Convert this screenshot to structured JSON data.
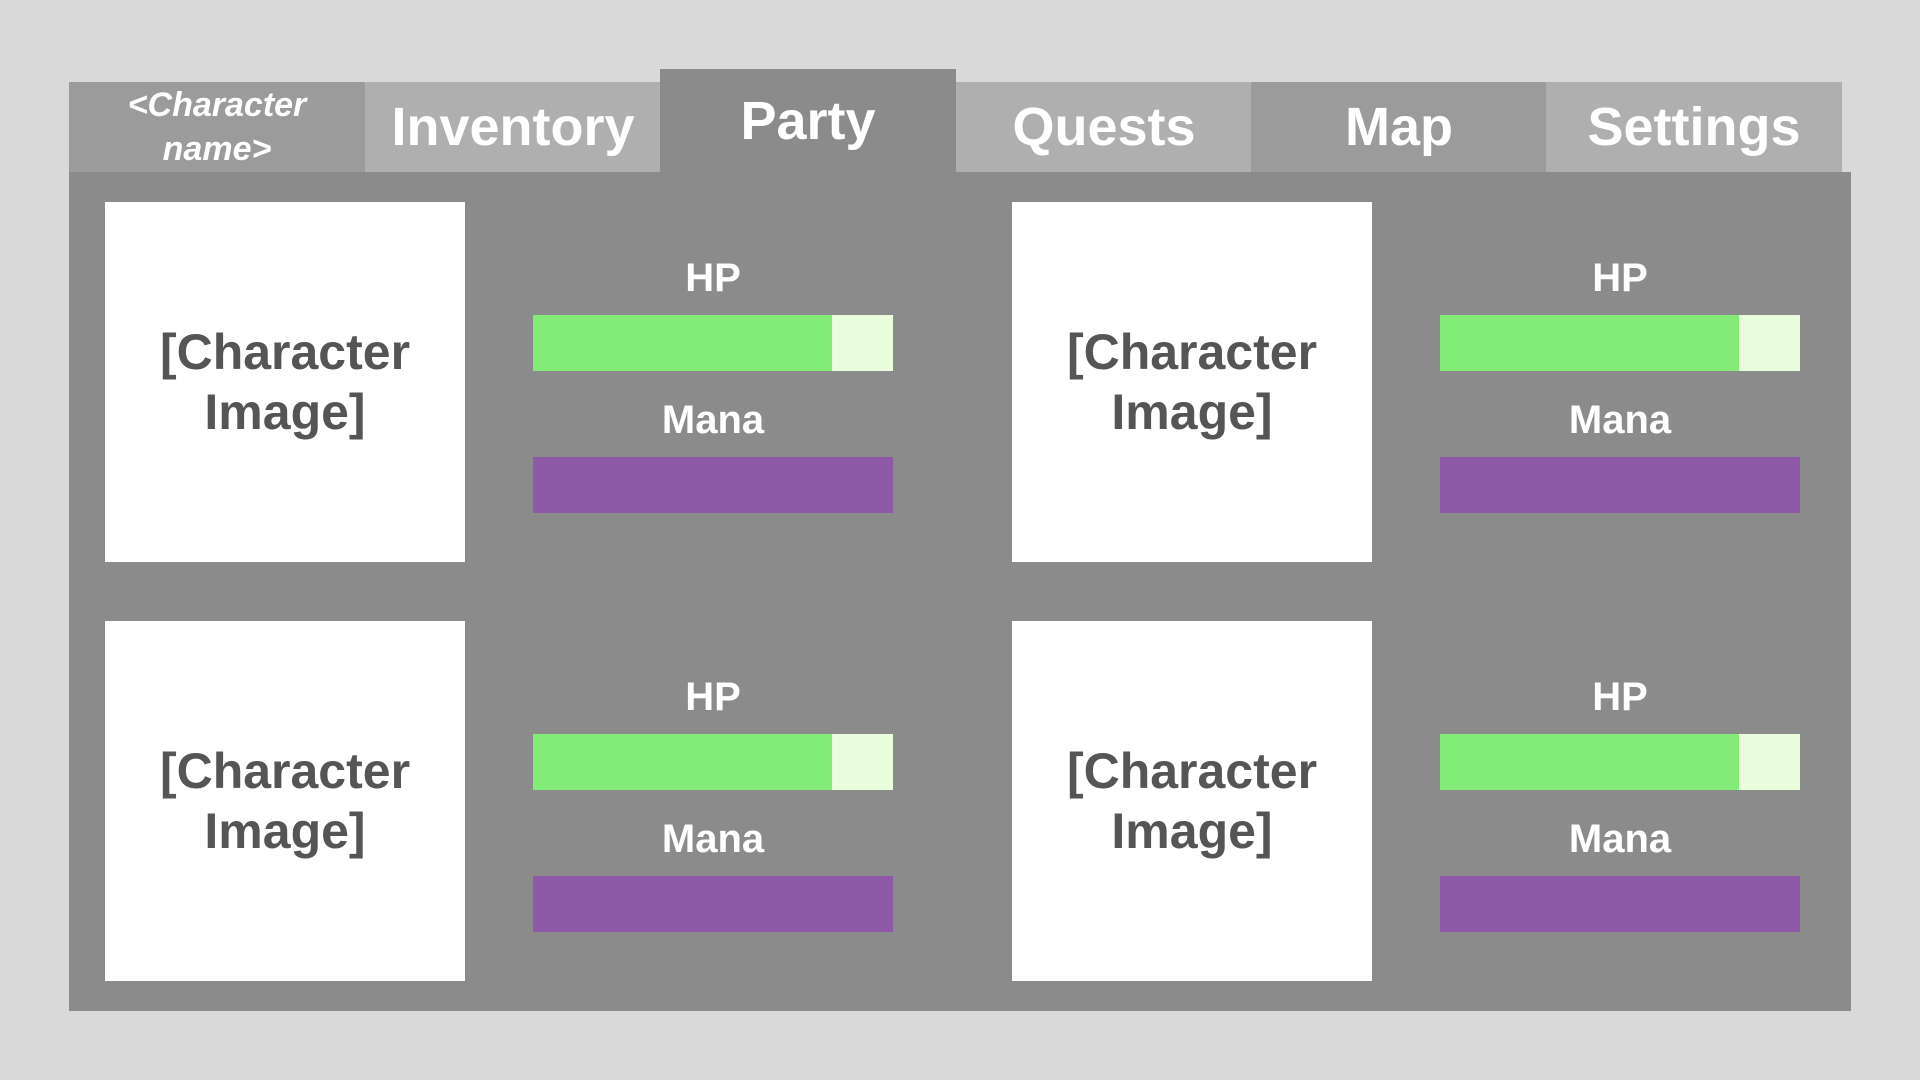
{
  "tabs": [
    {
      "label": "<Character name>",
      "active": false,
      "color": "#9b9b9b"
    },
    {
      "label": "Inventory",
      "active": false,
      "color": "#afafaf"
    },
    {
      "label": "Party",
      "active": true,
      "color": "#8b8b8b"
    },
    {
      "label": "Quests",
      "active": false,
      "color": "#afafaf"
    },
    {
      "label": "Map",
      "active": false,
      "color": "#9b9b9b"
    },
    {
      "label": "Settings",
      "active": false,
      "color": "#afafaf"
    }
  ],
  "colors": {
    "page_bg": "#d9d9d9",
    "panel_bg": "#8b8b8b",
    "hp_fill": "#83eb77",
    "hp_empty": "#e9fddd",
    "mana_fill": "#8e59a6",
    "mana_empty": "#8e59a6",
    "image_bg": "#ffffff",
    "image_text": "#555555",
    "label_text": "#ffffff"
  },
  "party": [
    {
      "image_label": "[Character Image]",
      "hp_label": "HP",
      "mana_label": "Mana",
      "hp_fraction": 0.83,
      "mana_fraction": 1.0
    },
    {
      "image_label": "[Character Image]",
      "hp_label": "HP",
      "mana_label": "Mana",
      "hp_fraction": 0.83,
      "mana_fraction": 1.0
    },
    {
      "image_label": "[Character Image]",
      "hp_label": "HP",
      "mana_label": "Mana",
      "hp_fraction": 0.83,
      "mana_fraction": 1.0
    },
    {
      "image_label": "[Character Image]",
      "hp_label": "HP",
      "mana_label": "Mana",
      "hp_fraction": 0.83,
      "mana_fraction": 1.0
    }
  ]
}
